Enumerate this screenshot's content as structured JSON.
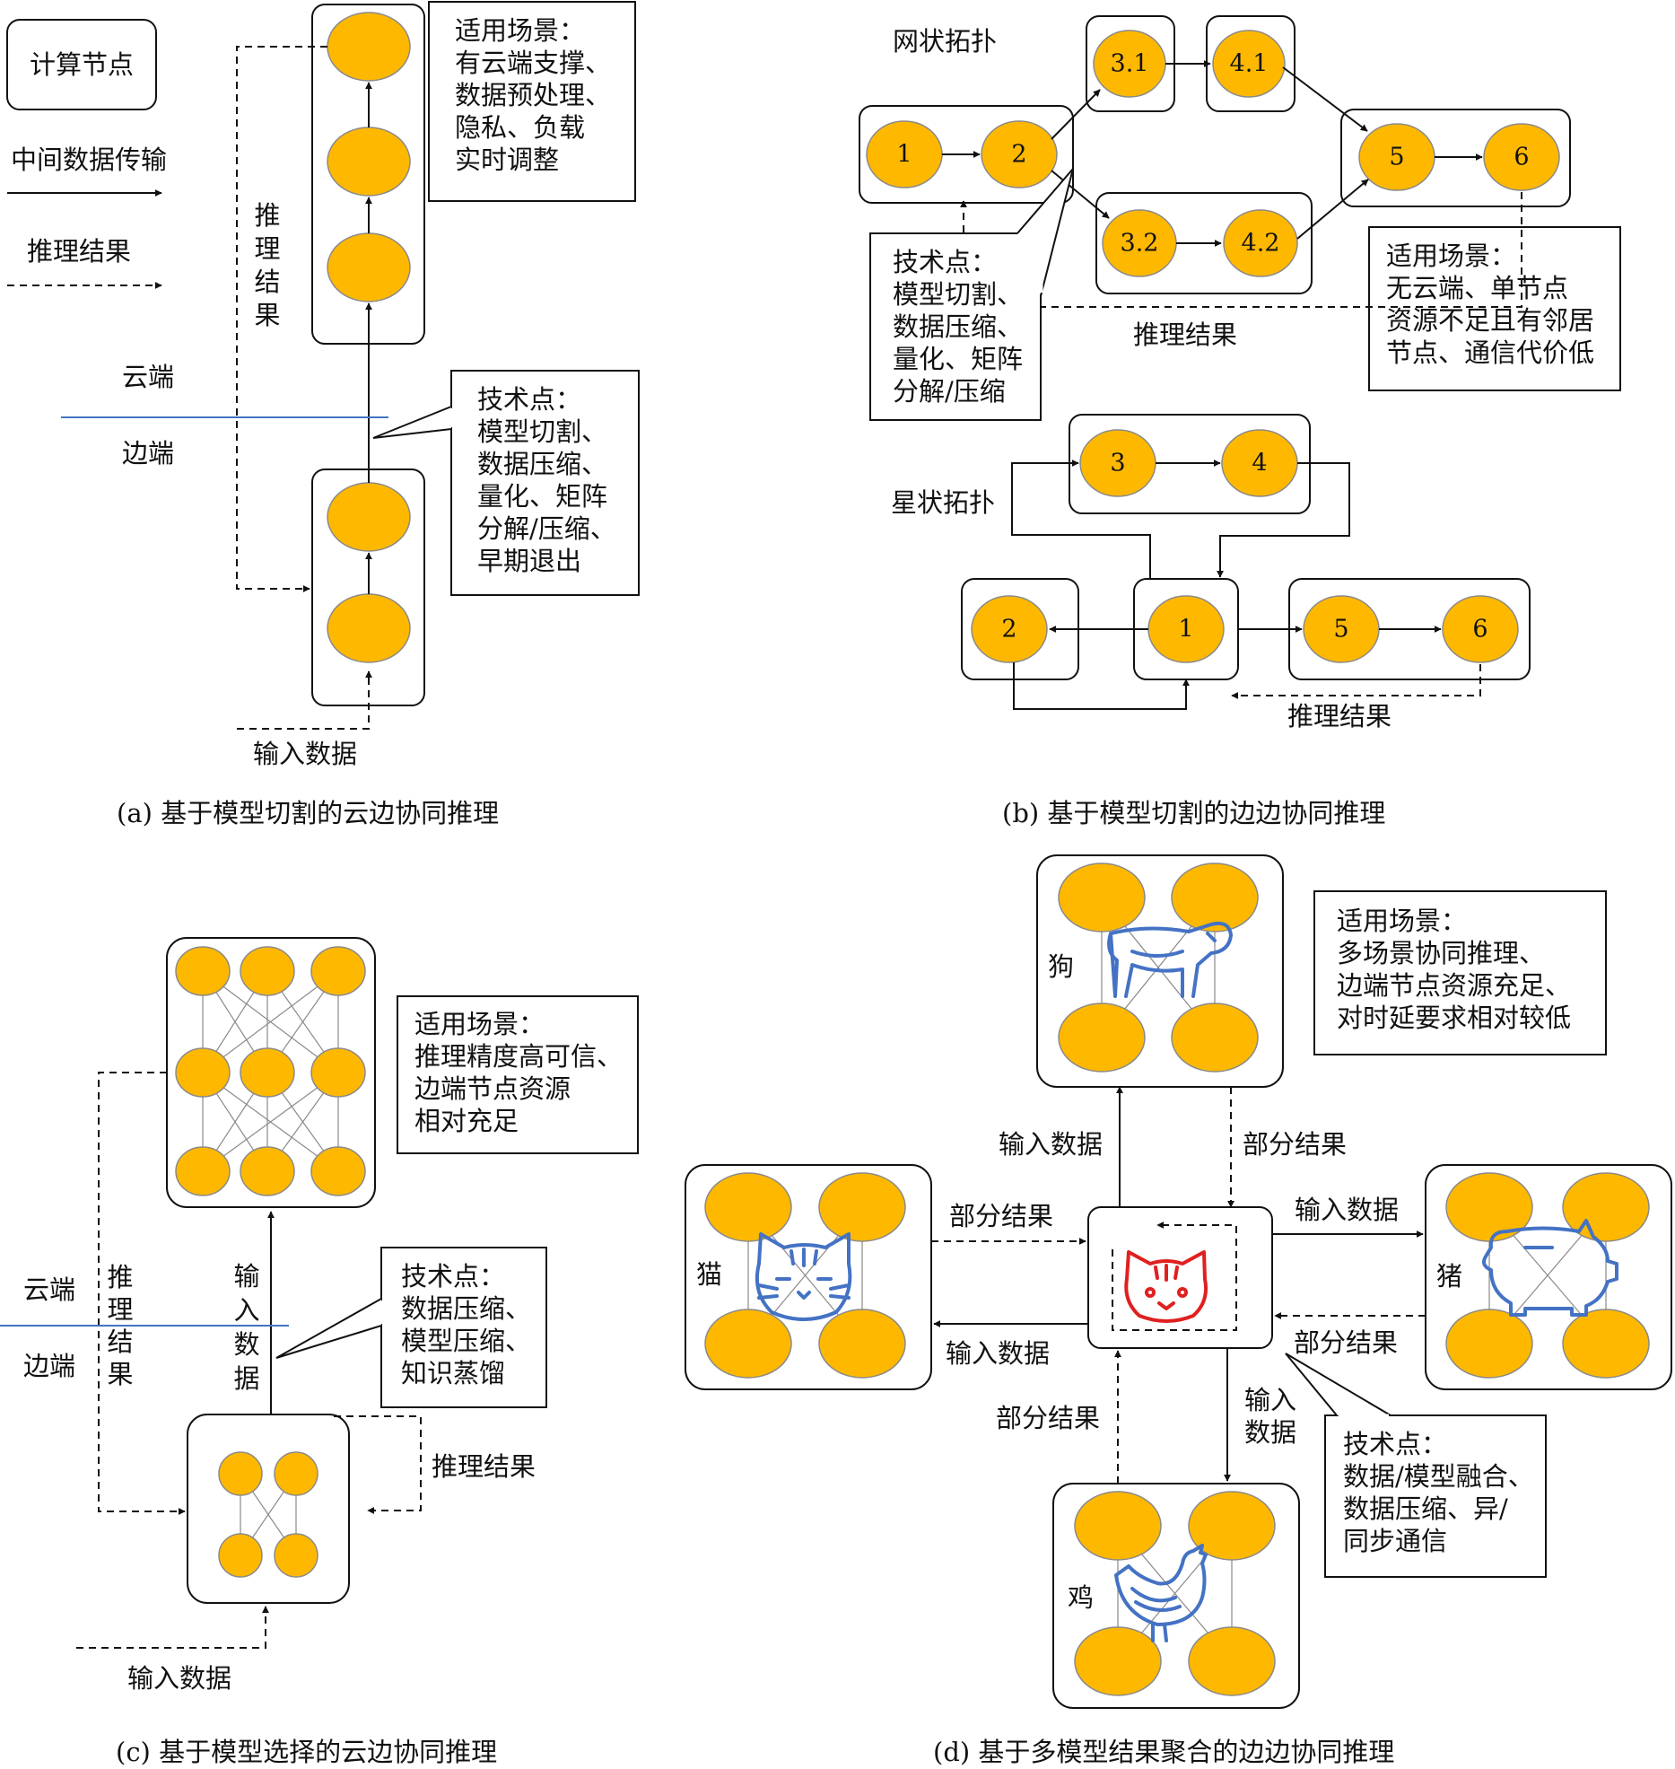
{
  "panel_a": {
    "legend": {
      "node": "计算节点",
      "transfer": "中间数据传输",
      "result": "推理结果"
    },
    "scenario": [
      "适用场景：",
      "有云端支撑、",
      "数据预处理、",
      "隐私、负载",
      "实时调整"
    ],
    "technique": [
      "技术点：",
      "模型切割、",
      "数据压缩、",
      "量化、矩阵",
      "分解/压缩、",
      "早期退出"
    ],
    "result_vertical": [
      "推",
      "理",
      "结",
      "果"
    ],
    "cloud": "云端",
    "edge": "边端",
    "input": "输入数据",
    "caption": "(a)  基于模型切割的云边协同推理"
  },
  "panel_b": {
    "mesh_title": "网状拓扑",
    "mesh_nodes": [
      "1",
      "2",
      "3.1",
      "4.1",
      "3.2",
      "4.2",
      "5",
      "6"
    ],
    "technique": [
      "技术点：",
      "模型切割、",
      "数据压缩、",
      "量化、矩阵",
      "分解/压缩"
    ],
    "scenario": [
      "适用场景：",
      "无云端、单节点",
      "资源不足且有邻居",
      "节点、通信代价低"
    ],
    "mesh_result": "推理结果",
    "star_title": "星状拓扑",
    "star_nodes": [
      "3",
      "4",
      "2",
      "1",
      "5",
      "6"
    ],
    "star_result": "推理结果",
    "caption": "(b)  基于模型切割的边边协同推理"
  },
  "panel_c": {
    "scenario": [
      "适用场景：",
      "推理精度高可信、",
      "边端节点资源",
      "相对充足"
    ],
    "technique": [
      "技术点：",
      "数据压缩、",
      "模型压缩、",
      "知识蒸馏"
    ],
    "cloud": "云端",
    "edge": "边端",
    "result_vertical": [
      "推",
      "理",
      "结",
      "果"
    ],
    "input_vertical": [
      "输",
      "入",
      "数",
      "据"
    ],
    "result": "推理结果",
    "input": "输入数据",
    "caption": "(c)  基于模型选择的云边协同推理"
  },
  "panel_d": {
    "labels": {
      "dog": "狗",
      "cat": "猫",
      "pig": "猪",
      "chicken": "鸡"
    },
    "icons": [
      "dog-icon",
      "cat-icon",
      "pig-icon",
      "chicken-icon",
      "center-cat-icon"
    ],
    "scenario": [
      "适用场景：",
      "多场景协同推理、",
      "边端节点资源充足、",
      "对时延要求相对较低"
    ],
    "technique": [
      "技术点：",
      "数据/模型融合、",
      "数据压缩、异/",
      "同步通信"
    ],
    "input_top": "输入数据",
    "partial_top": "部分结果",
    "partial_left": "部分结果",
    "input_left": "输入数据",
    "input_right": "输入数据",
    "partial_right": "部分结果",
    "partial_bottom": "部分结果",
    "input_bottom": [
      "输入",
      "数据"
    ],
    "caption": "(d)  基于多模型结果聚合的边边协同推理"
  },
  "colors": {
    "node_fill": "#ffb800",
    "node_stroke": "#8a8a8a",
    "divider": "#4472c4",
    "icon_blue": "#4472c4",
    "icon_red": "#e02020"
  }
}
